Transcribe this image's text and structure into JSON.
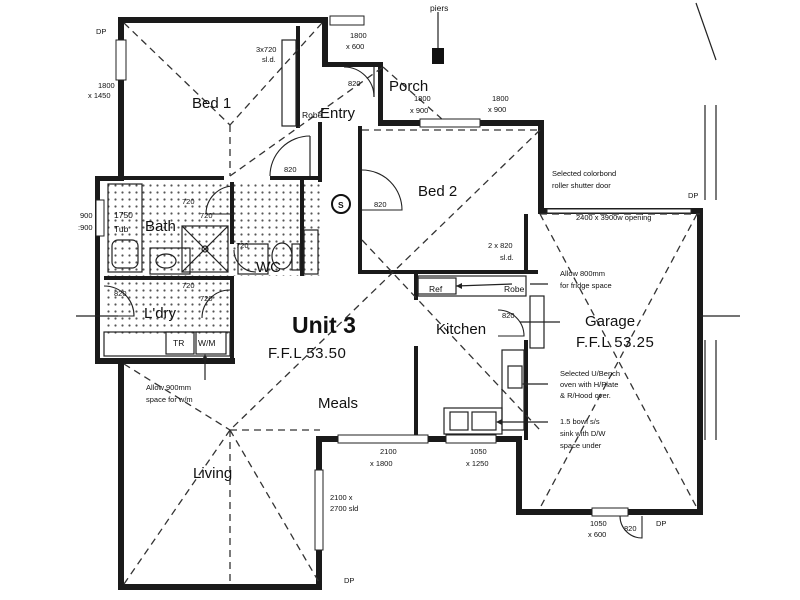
{
  "rooms": {
    "bed1": "Bed 1",
    "entry": "Entry",
    "porch": "Porch",
    "bed2": "Bed 2",
    "bath": "Bath",
    "wc": "WC",
    "laundry": "L'dry",
    "kitchen": "Kitchen",
    "meals": "Meals",
    "living": "Living",
    "garage": "Garage",
    "unit": "Unit 3"
  },
  "levels": {
    "unit_ffl": "F.F.L  53.50",
    "garage_ffl": "F.F.L  53.25"
  },
  "fixtures": {
    "tub": "Tub",
    "tub_size": "1750",
    "ref": "Ref",
    "robe": "Robe",
    "tr": "TR",
    "wm": "W/M",
    "symbol_s": "S",
    "piers": "piers",
    "dp": "DP"
  },
  "dims": {
    "bed1_robe": "3x720",
    "bed1_robe_b": "sl.d.",
    "bed1_window": "1800",
    "bed1_window_b": "x 1450",
    "entry_window": "1800",
    "entry_window_b": "x 600",
    "porch_window": "1800",
    "porch_window_b": "x 900",
    "bed2_window": "1800",
    "bed2_window_b": "x 900",
    "bath_window": "900",
    "bath_window_b": ":900",
    "bed2_robe": "2 x 820",
    "bed2_robe_b": "sl.d.",
    "door_820": "820",
    "door_720": "720",
    "meals_window": "2100",
    "meals_window_b": "x 1800",
    "kitchen_window": "1050",
    "kitchen_window_b": "x 1250",
    "living_door": "2100 x",
    "living_door_b": "2700 sld",
    "garage_window": "1050",
    "garage_window_b": "x 600",
    "garage_door": "2400 x 3900w opening"
  },
  "notes": {
    "shutter_1": "Selected colorbond",
    "shutter_2": "roller shutter door",
    "fridge_1": "Allow 800mm",
    "fridge_2": "for fridge space",
    "oven_1": "Selected U/Bench",
    "oven_2": "oven with H/Plate",
    "oven_3": "& R/Hood over.",
    "sink_1": "1.5 bowl s/s",
    "sink_2": "sink with D/W",
    "sink_3": "space under",
    "wm_1": "Allow  900mm",
    "wm_2": "space for w/m"
  }
}
